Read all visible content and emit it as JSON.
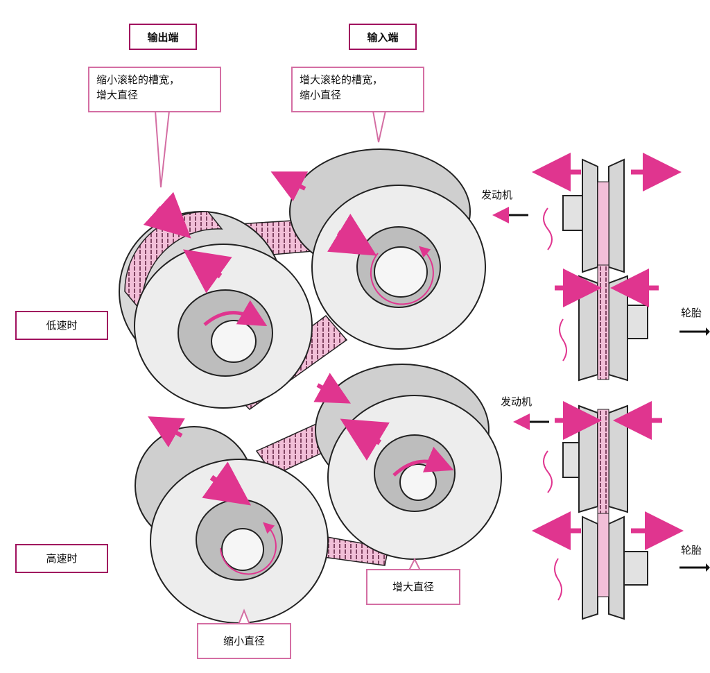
{
  "labels": {
    "output_side": "输出端",
    "input_side": "输入端",
    "output_callout_line1": "缩小滚轮的槽宽，",
    "output_callout_line2": "增大直径",
    "input_callout_line1": "增大滚轮的槽宽，",
    "input_callout_line2": "缩小直径",
    "low_speed": "低速时",
    "high_speed": "高速时",
    "increase_diameter": "增大直径",
    "decrease_diameter": "缩小直径",
    "engine_top": "发动机",
    "engine_bottom": "发动机",
    "tire_top": "轮胎",
    "tire_bottom": "轮胎"
  },
  "colors": {
    "accent": "#e0358f",
    "belt": "#f2bfd8",
    "belt_dark": "#c14a86",
    "pulley_face": "#ededed",
    "pulley_shadow": "#bdbdbd",
    "outline": "#222222"
  }
}
